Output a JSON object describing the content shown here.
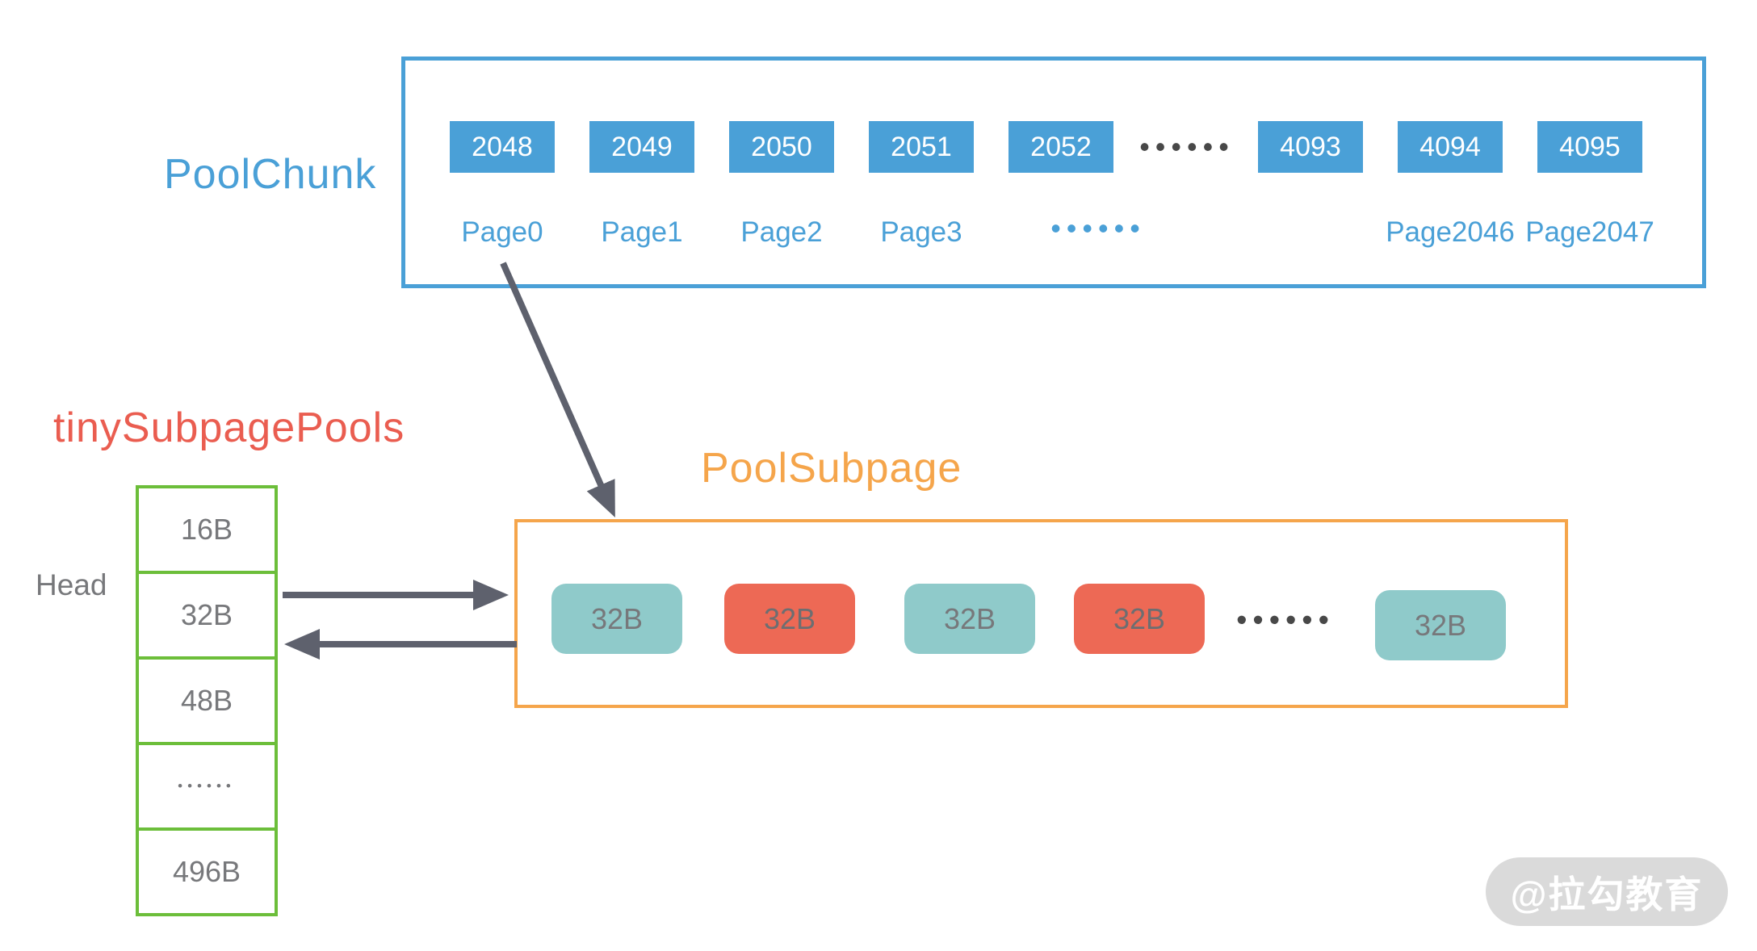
{
  "pool_chunk": {
    "title": "PoolChunk",
    "page_numbers": [
      "2048",
      "2049",
      "2050",
      "2051",
      "2052",
      "4093",
      "4094",
      "4095"
    ],
    "numbers_ellipsis": "••••••",
    "page_labels": [
      "Page0",
      "Page1",
      "Page2",
      "Page3",
      "Page2046",
      "Page2047"
    ],
    "labels_ellipsis": "••••••"
  },
  "tiny_subpage_pools": {
    "title": "tinySubpagePools",
    "head_label": "Head",
    "rows": [
      "16B",
      "32B",
      "48B",
      "••••••",
      "496B"
    ]
  },
  "pool_subpage": {
    "title": "PoolSubpage",
    "blocks": [
      "32B",
      "32B",
      "32B",
      "32B",
      "32B"
    ],
    "ellipsis": "••••••"
  },
  "watermark": {
    "text": "@拉勾教育"
  },
  "colors": {
    "blue": "#4AA0D7",
    "green": "#6CBE3A",
    "orange": "#F5A54B",
    "red": "#EA5D50",
    "redblock": "#ED6955",
    "teal": "#8FCACA",
    "arrow": "#5E616D",
    "graytext": "#77787B",
    "dots": "#484848",
    "watermark": "#DADADA"
  }
}
